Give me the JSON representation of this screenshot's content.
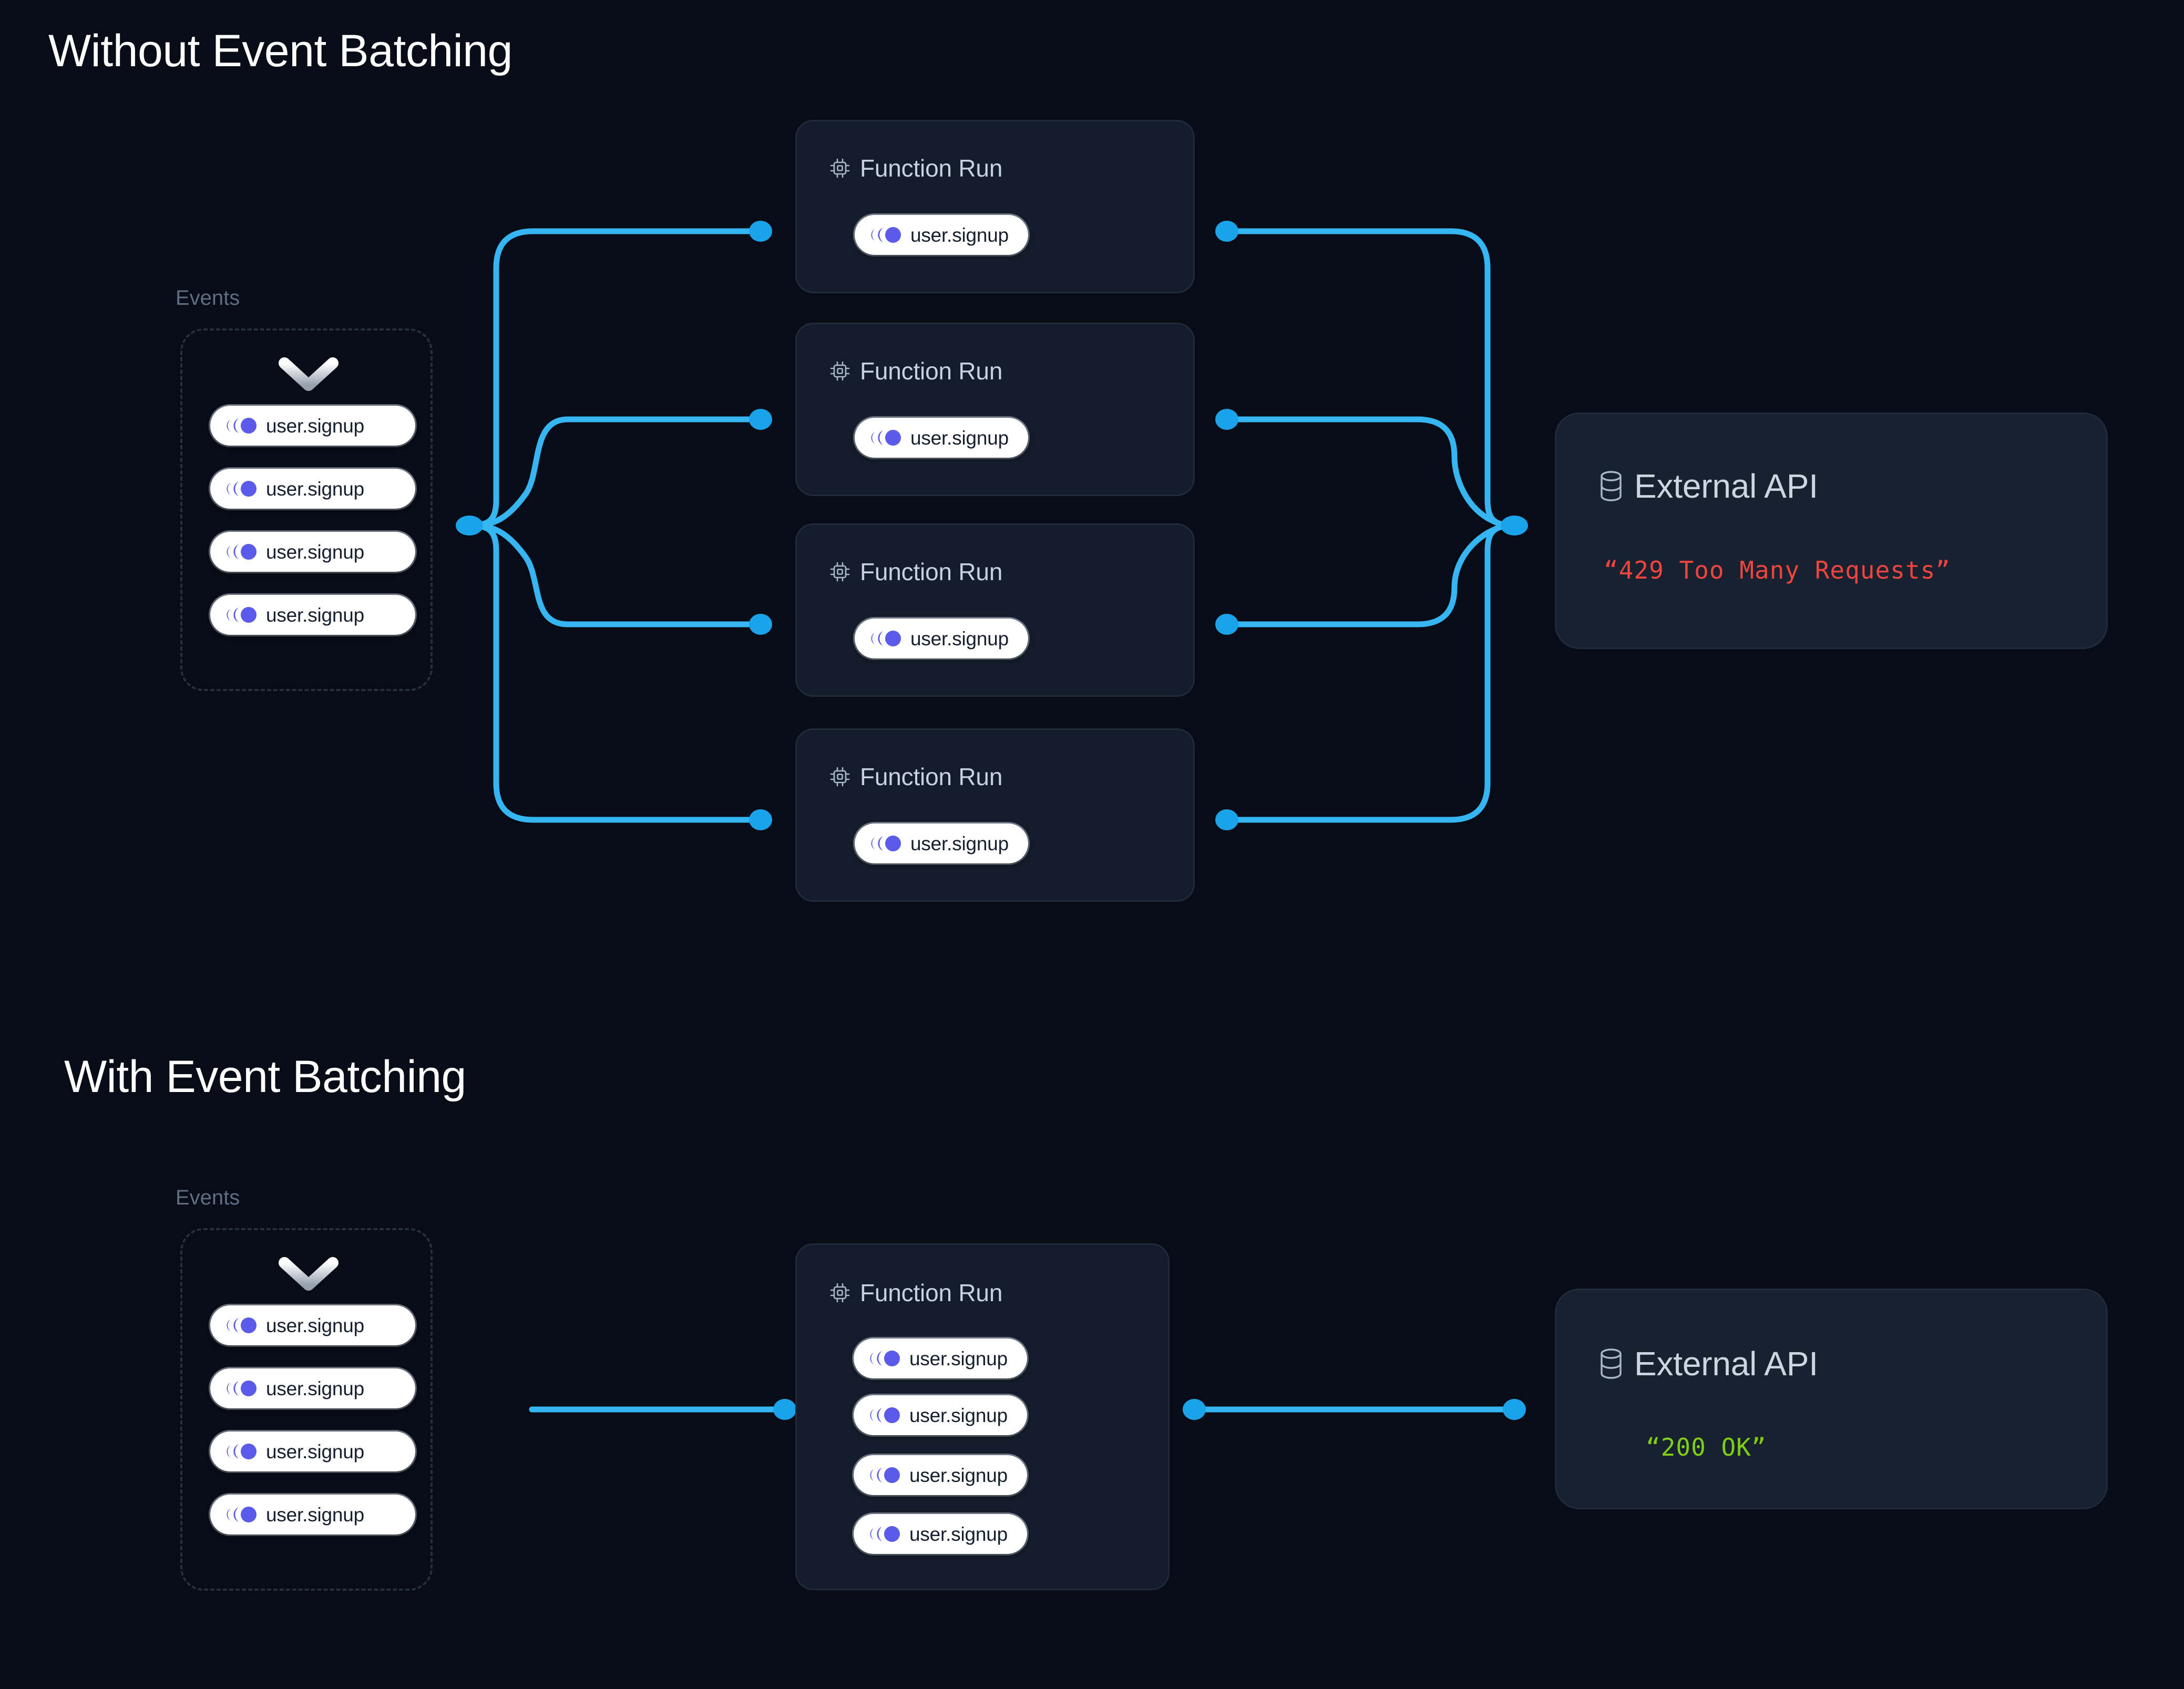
{
  "theme": {
    "background": "#080C16",
    "card_bg": "#141C2B",
    "api_card_bg": "#182130",
    "card_border": "#1F2A3A",
    "dashed_border": "#25303F",
    "edge_color": "#35B6F2",
    "node_dot_color": "#1BA3EA",
    "event_icon_color": "#5A5BE8",
    "pill_bg": "#FFFFFF",
    "pill_text": "#161F2E",
    "heading_color": "#FFFFFF",
    "muted_label": "#5F6E83",
    "card_title_color": "#C6D2E0",
    "error_color": "#F0443E",
    "success_color": "#80CE10"
  },
  "sections": [
    {
      "id": "without-batching",
      "title": "Without Event Batching",
      "events_group": {
        "label": "Events",
        "chevron_icon": "chevron-down-icon",
        "events": [
          {
            "icon": "event-trail-icon",
            "label": "user.signup"
          },
          {
            "icon": "event-trail-icon",
            "label": "user.signup"
          },
          {
            "icon": "event-trail-icon",
            "label": "user.signup"
          },
          {
            "icon": "event-trail-icon",
            "label": "user.signup"
          }
        ]
      },
      "function_runs": [
        {
          "icon": "cpu-icon",
          "title": "Function Run",
          "events": [
            {
              "icon": "event-trail-icon",
              "label": "user.signup"
            }
          ]
        },
        {
          "icon": "cpu-icon",
          "title": "Function Run",
          "events": [
            {
              "icon": "event-trail-icon",
              "label": "user.signup"
            }
          ]
        },
        {
          "icon": "cpu-icon",
          "title": "Function Run",
          "events": [
            {
              "icon": "event-trail-icon",
              "label": "user.signup"
            }
          ]
        },
        {
          "icon": "cpu-icon",
          "title": "Function Run",
          "events": [
            {
              "icon": "event-trail-icon",
              "label": "user.signup"
            }
          ]
        }
      ],
      "external_api": {
        "icon": "database-icon",
        "title": "External API",
        "status": "“429 Too Many Requests”",
        "status_kind": "error"
      }
    },
    {
      "id": "with-batching",
      "title": "With Event Batching",
      "events_group": {
        "label": "Events",
        "chevron_icon": "chevron-down-icon",
        "events": [
          {
            "icon": "event-trail-icon",
            "label": "user.signup"
          },
          {
            "icon": "event-trail-icon",
            "label": "user.signup"
          },
          {
            "icon": "event-trail-icon",
            "label": "user.signup"
          },
          {
            "icon": "event-trail-icon",
            "label": "user.signup"
          }
        ]
      },
      "function_runs": [
        {
          "icon": "cpu-icon",
          "title": "Function Run",
          "events": [
            {
              "icon": "event-trail-icon",
              "label": "user.signup"
            },
            {
              "icon": "event-trail-icon",
              "label": "user.signup"
            },
            {
              "icon": "event-trail-icon",
              "label": "user.signup"
            },
            {
              "icon": "event-trail-icon",
              "label": "user.signup"
            }
          ]
        }
      ],
      "external_api": {
        "icon": "database-icon",
        "title": "External API",
        "status": "“200 OK”",
        "status_kind": "success"
      }
    }
  ]
}
